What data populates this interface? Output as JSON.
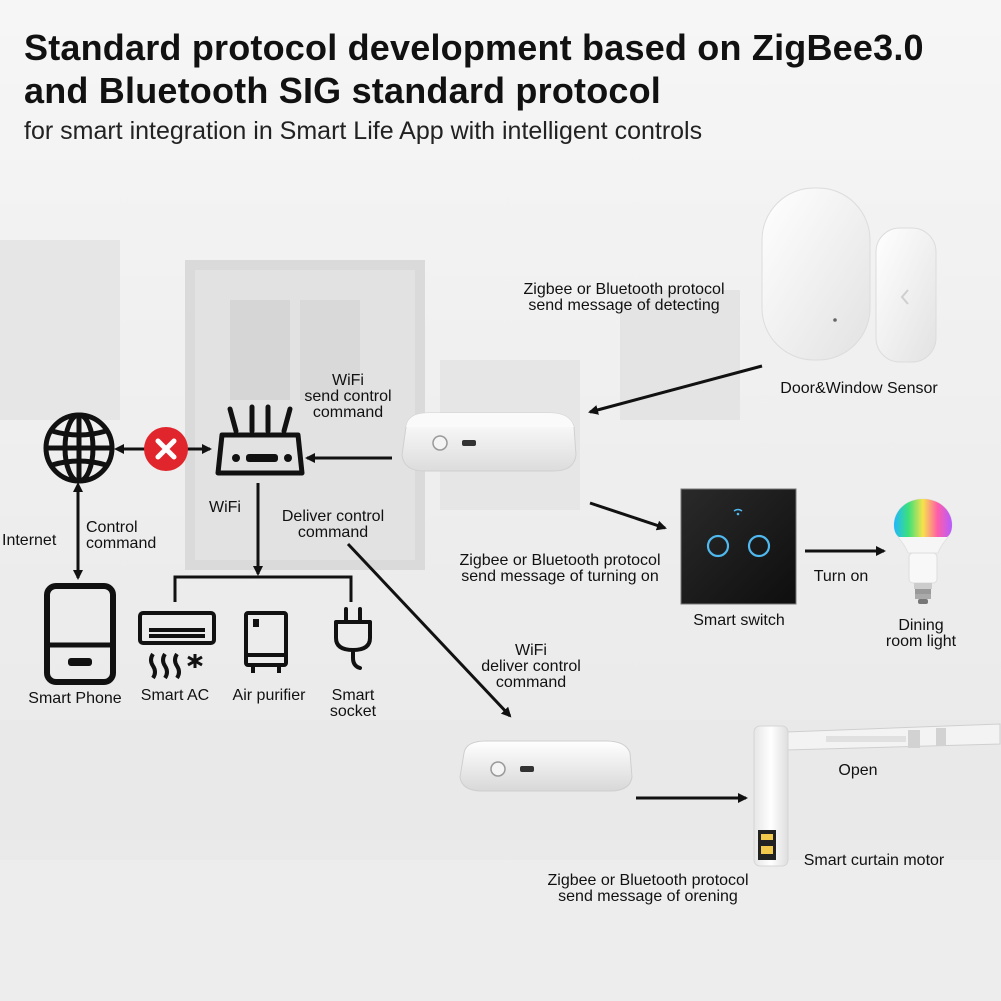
{
  "header": {
    "title_line1": "Standard protocol development based on ZigBee3.0",
    "title_line2": "and Bluetooth SIG standard protocol",
    "subtitle": "for smart integration in Smart Life App with intelligent controls"
  },
  "colors": {
    "text": "#111111",
    "blocked_marker": "#e0262c",
    "gateway": "#f5f5f5",
    "switch_panel": "#1a1a1a",
    "switch_touch_ring": "#4fb8ee"
  },
  "icons": [
    "globe-icon",
    "blocked-x-icon",
    "router-icon",
    "smartphone-icon",
    "air-conditioner-icon",
    "air-purifier-icon",
    "plug-icon",
    "gateway-hub",
    "door-window-sensor",
    "smart-switch",
    "smart-bulb",
    "curtain-motor"
  ],
  "nodes": {
    "internet_label": "Internet",
    "control_command": [
      "Control",
      "command"
    ],
    "wifi_label": "WiFi",
    "wifi_send": [
      "WiFi",
      "send control",
      "command"
    ],
    "deliver_control": [
      "Deliver control",
      "command"
    ],
    "smart_phone": "Smart Phone",
    "smart_ac": "Smart AC",
    "air_purifier": "Air purifier",
    "smart_socket": [
      "Smart",
      "socket"
    ],
    "detecting": [
      "Zigbee or Bluetooth protocol",
      "send message of detecting"
    ],
    "door_sensor": "Door&Window Sensor",
    "turning_on": [
      "Zigbee or Bluetooth protocol",
      "send message of turning on"
    ],
    "smart_switch": "Smart switch",
    "turn_on": "Turn on",
    "dining_light": [
      "Dining",
      "room light"
    ],
    "wifi_deliver": [
      "WiFi",
      "deliver control",
      "command"
    ],
    "open": "Open",
    "curtain_motor": "Smart curtain motor",
    "opening": [
      "Zigbee or Bluetooth protocol",
      "send message of orening"
    ]
  }
}
